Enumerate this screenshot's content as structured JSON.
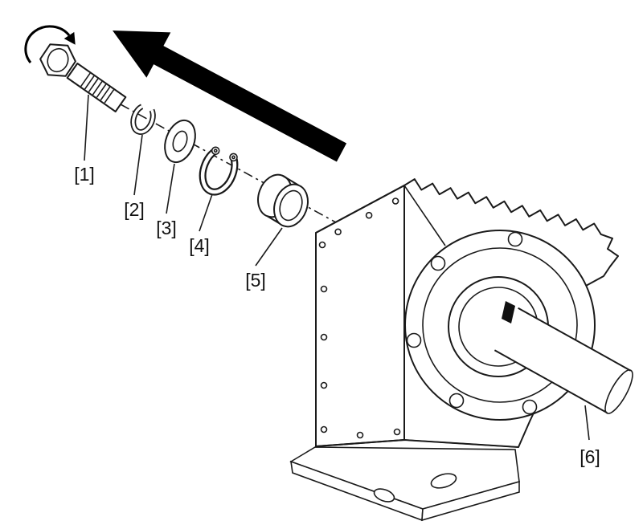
{
  "diagram": {
    "labels": [
      {
        "text": "[1]"
      },
      {
        "text": "[2]"
      },
      {
        "text": "[3]"
      },
      {
        "text": "[4]"
      },
      {
        "text": "[5]"
      },
      {
        "text": "[6]"
      }
    ],
    "colors": {
      "line": "#1a1a1a",
      "background": "#ffffff",
      "arrow": "#000000"
    }
  }
}
